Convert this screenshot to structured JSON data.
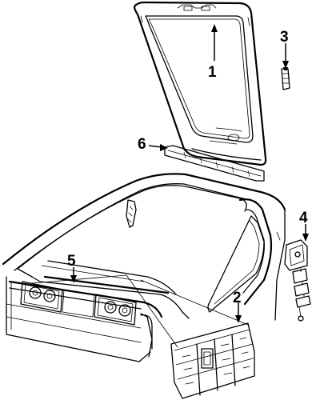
{
  "diagram": {
    "callouts": [
      {
        "id": "1",
        "text": "1"
      },
      {
        "id": "2",
        "text": "2"
      },
      {
        "id": "3",
        "text": "3"
      },
      {
        "id": "4",
        "text": "4"
      },
      {
        "id": "5",
        "text": "5"
      },
      {
        "id": "6",
        "text": "6"
      }
    ],
    "line_color": "#000000",
    "background_color": "#ffffff"
  }
}
